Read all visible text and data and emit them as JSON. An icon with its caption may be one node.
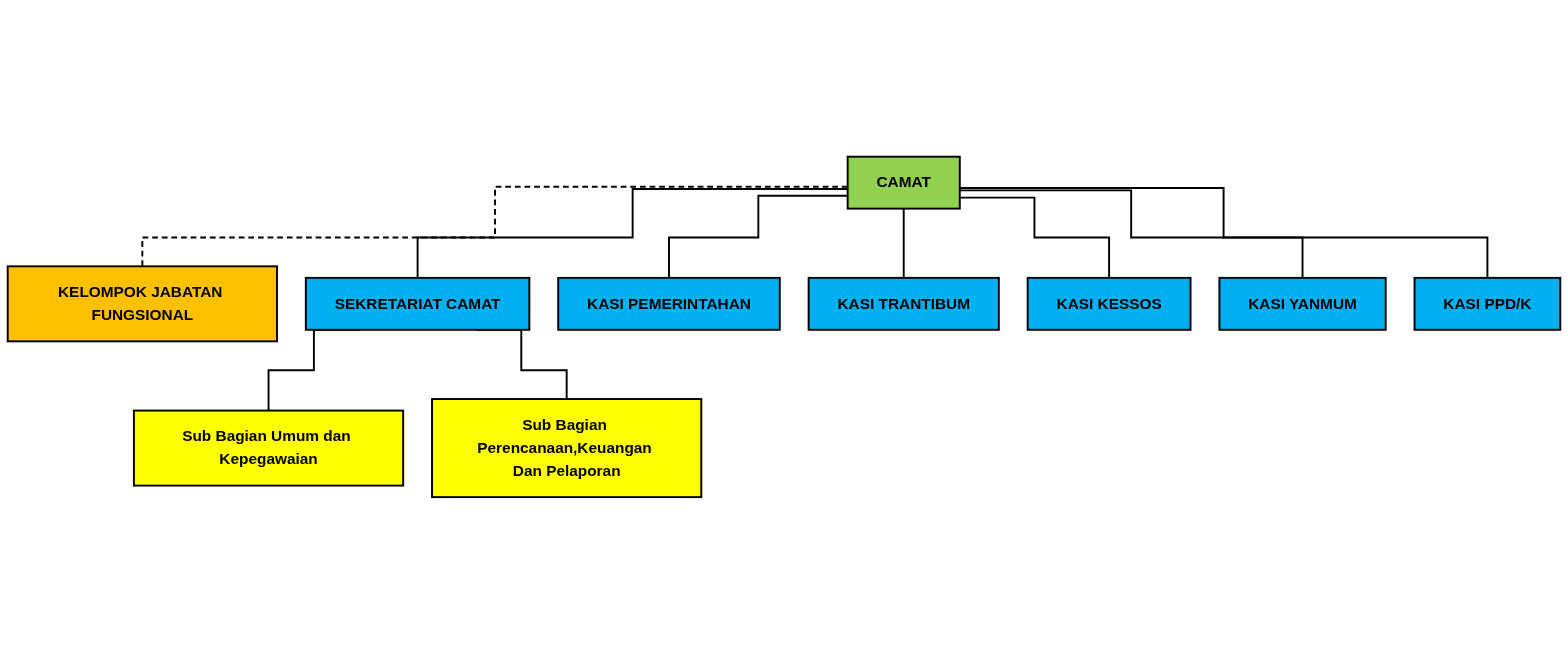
{
  "diagram": {
    "nodes": [
      {
        "text": [
          "CAMAT"
        ]
      },
      {
        "text": [
          "KELOMPOK JABATAN FUNGSIONAL"
        ]
      },
      {
        "text": [
          "SEKRETARIAT CAMAT"
        ]
      },
      {
        "text": [
          "Sub Bagian Umum dan Kepegawaian"
        ]
      },
      {
        "text": [
          "Sub Bagian Perencanaan,Keuangan Dan Pelaporan"
        ]
      },
      {
        "text": [
          "KASI PEMERINTAHAN"
        ]
      },
      {
        "text": [
          "KASI TRANTIBUM"
        ]
      },
      {
        "text": [
          "KASI KESSOS"
        ]
      },
      {
        "text": [
          "KASI YANMUM"
        ]
      },
      {
        "text": [
          "KASI PPD/K"
        ]
      }
    ],
    "edges": [
      {
        "from": 0,
        "to": 1,
        "arrow": "none",
        "style": "dashed"
      },
      {
        "from": 0,
        "to": 2,
        "arrow": "none"
      },
      {
        "from": 2,
        "to": 3,
        "arrow": "none"
      },
      {
        "from": 2,
        "to": 4,
        "arrow": "none"
      },
      {
        "from": 0,
        "to": 5,
        "arrow": "none"
      },
      {
        "from": 0,
        "to": 6,
        "arrow": "none"
      },
      {
        "from": 0,
        "to": 7,
        "arrow": "none"
      },
      {
        "from": 0,
        "to": 8,
        "arrow": "none"
      },
      {
        "from": 0,
        "to": 9,
        "arrow": "none"
      }
    ]
  }
}
